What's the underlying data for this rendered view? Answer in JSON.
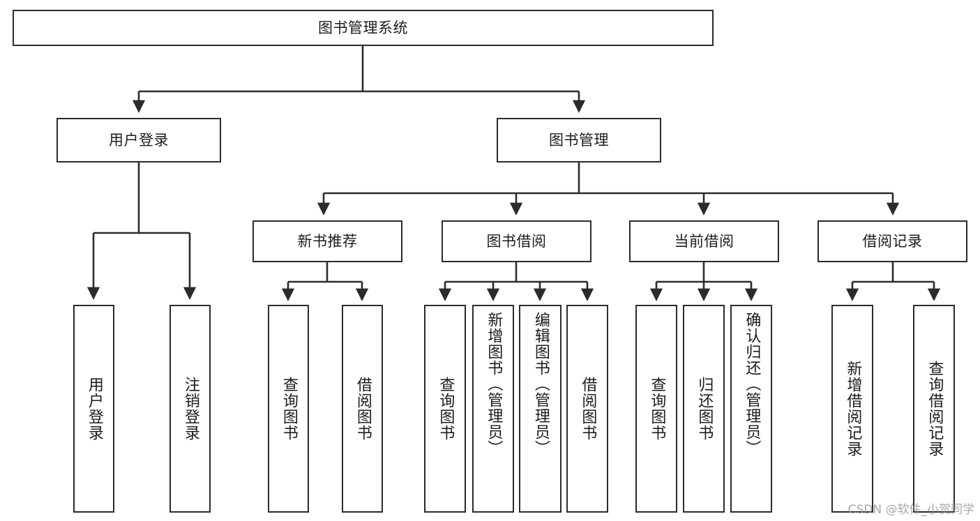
{
  "diagram": {
    "title": "图书管理系统",
    "type": "tree-hierarchy",
    "root": {
      "label": "图书管理系统"
    },
    "level2": [
      {
        "label": "用户登录"
      },
      {
        "label": "图书管理"
      }
    ],
    "level3": [
      {
        "label": "新书推荐"
      },
      {
        "label": "图书借阅"
      },
      {
        "label": "当前借阅"
      },
      {
        "label": "借阅记录"
      }
    ],
    "leaves": {
      "user_login": [
        {
          "label": "用户登录"
        },
        {
          "label": "注销登录"
        }
      ],
      "new_book_recommend": [
        {
          "label": "查询图书"
        },
        {
          "label": "借阅图书"
        }
      ],
      "book_borrow": [
        {
          "label": "查询图书"
        },
        {
          "label": "新增图书（管理员）"
        },
        {
          "label": "编辑图书（管理员）"
        },
        {
          "label": "借阅图书"
        }
      ],
      "current_borrow": [
        {
          "label": "查询图书"
        },
        {
          "label": "归还图书"
        },
        {
          "label": "确认归还（管理员）"
        }
      ],
      "borrow_record": [
        {
          "label": "新增借阅记录"
        },
        {
          "label": "查询借阅记录"
        }
      ]
    }
  },
  "watermark": {
    "text": "CSDN @软件_小贺同学"
  },
  "colors": {
    "border": "#2b2b2b",
    "background": "#ffffff",
    "text": "#1c1c1c",
    "watermark": "#9a9a9a"
  }
}
